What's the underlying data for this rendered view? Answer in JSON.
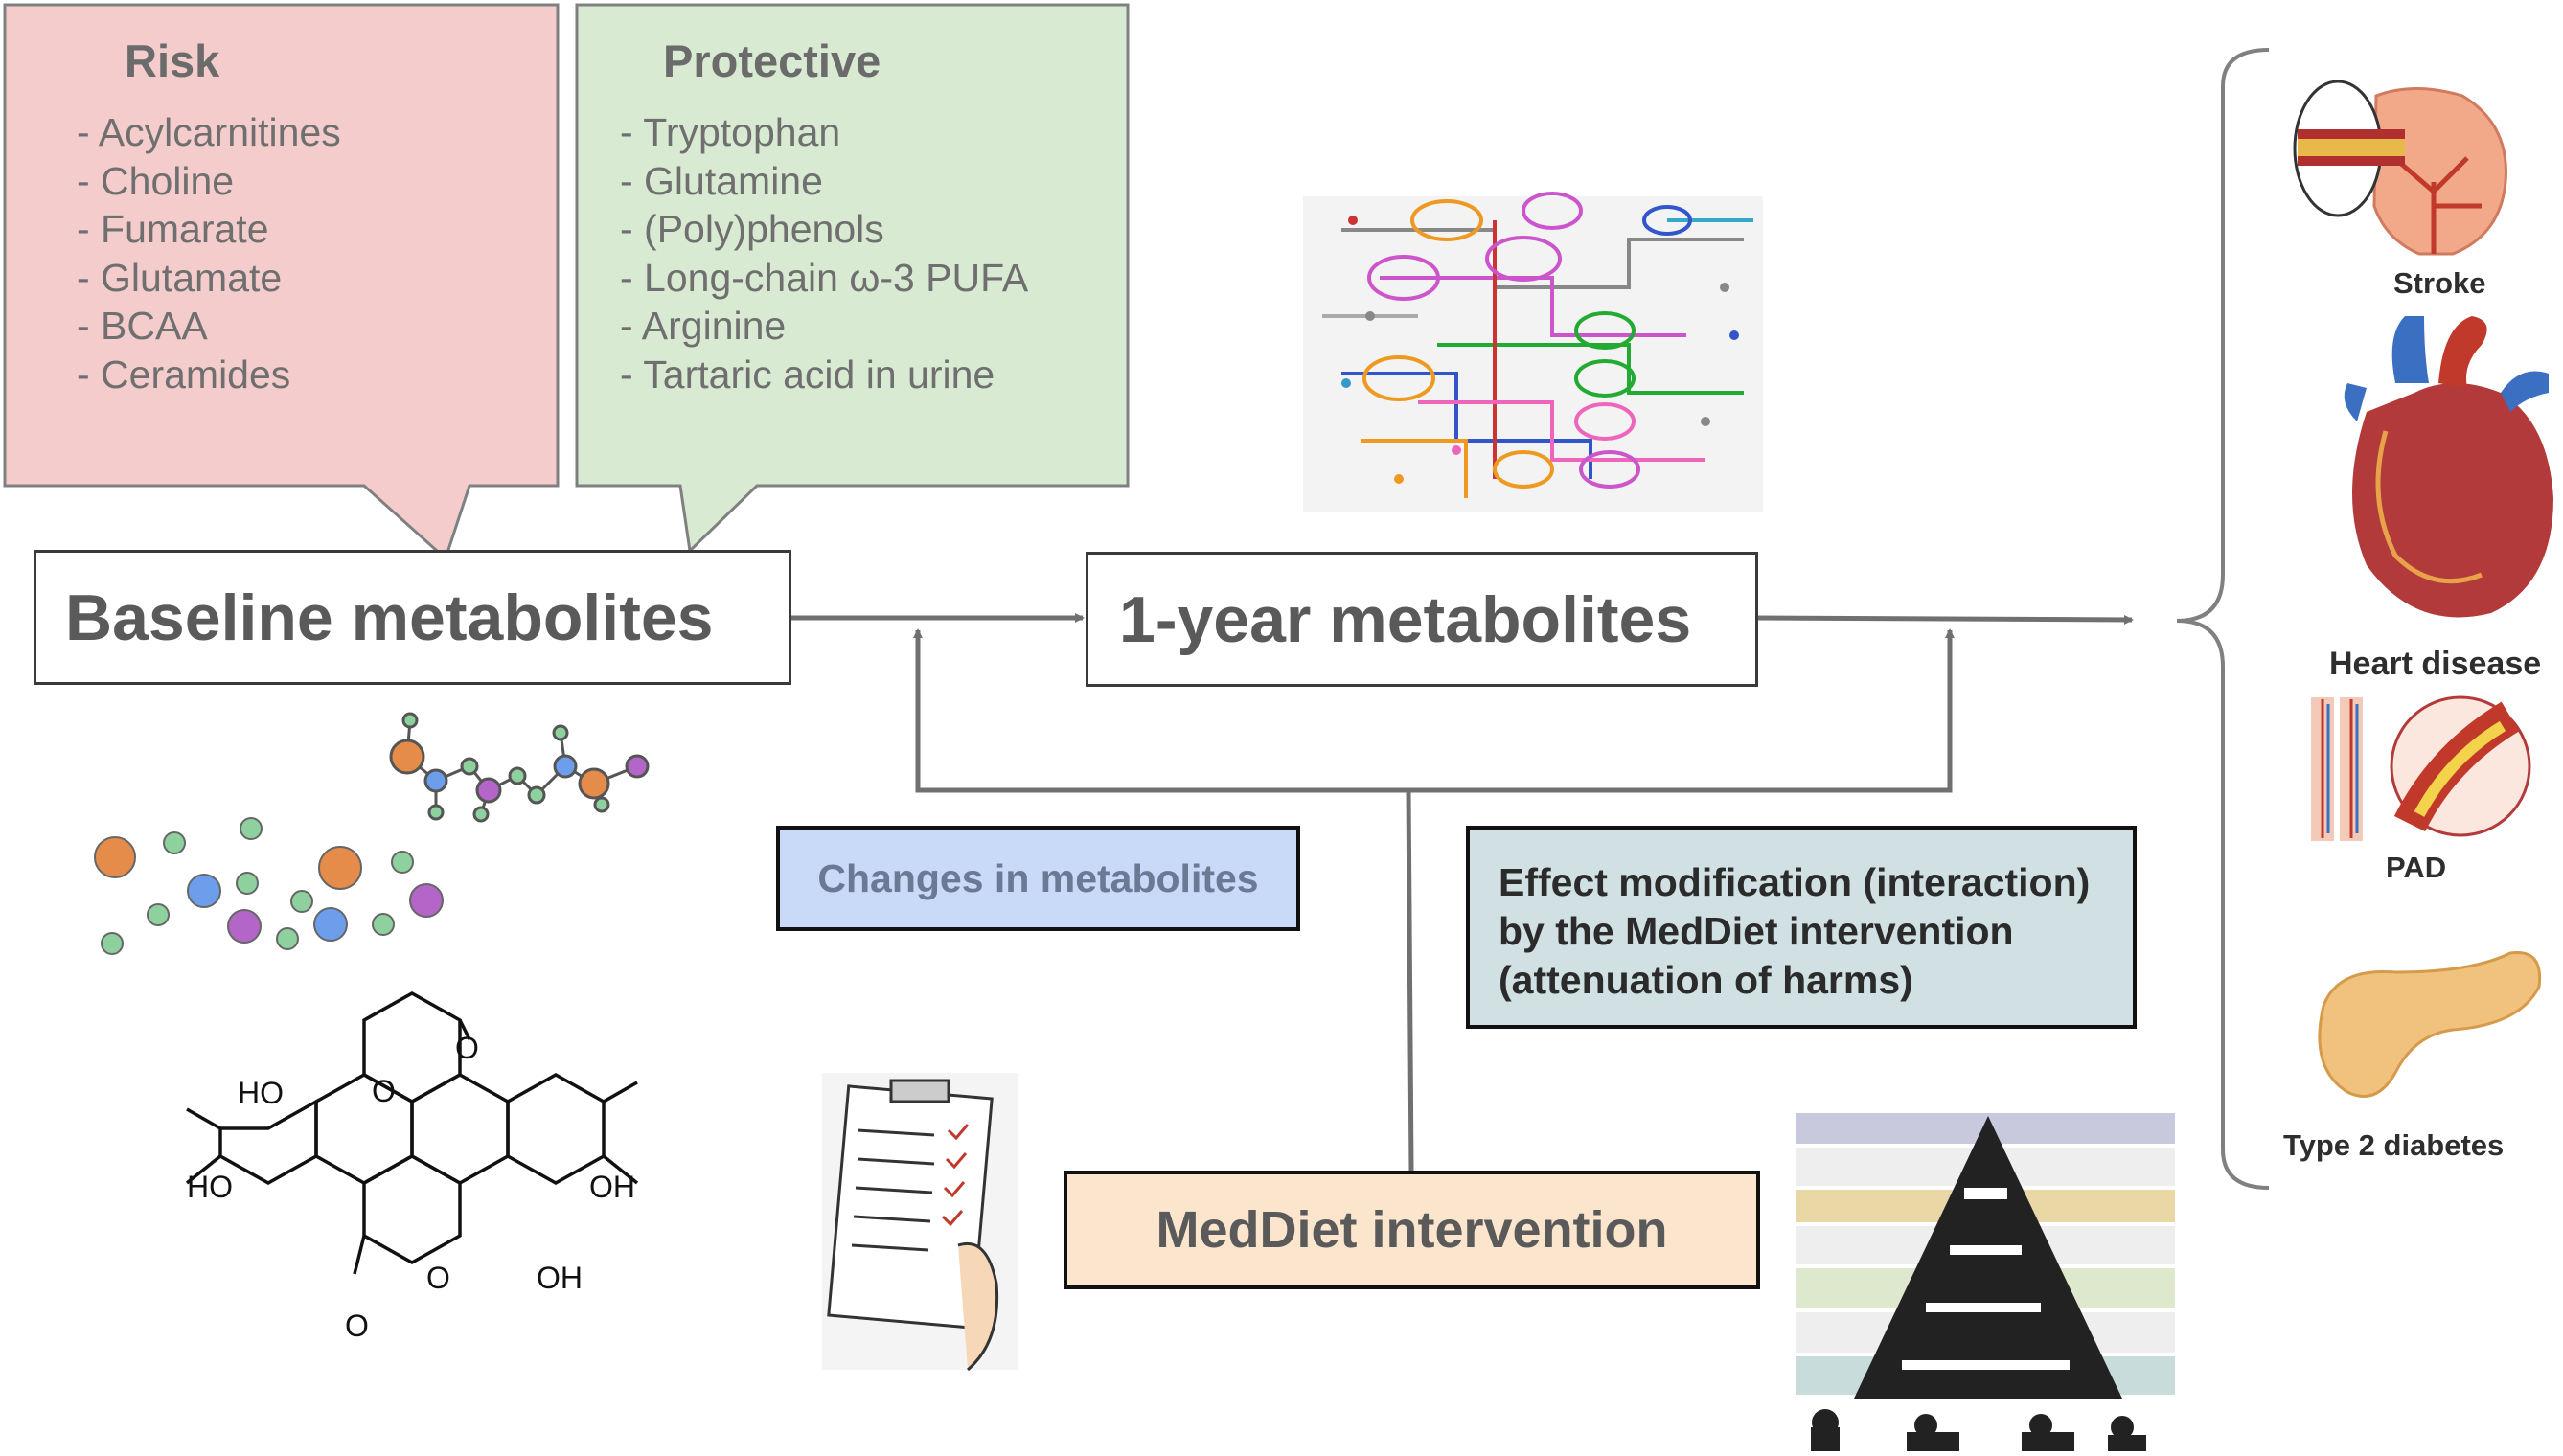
{
  "risk": {
    "title": "Risk",
    "items": [
      "- Acylcarnitines",
      "- Choline",
      "- Fumarate",
      "- Glutamate",
      "- BCAA",
      "- Ceramides"
    ]
  },
  "protective": {
    "title": "Protective",
    "items": [
      "- Tryptophan",
      "- Glutamine",
      "- (Poly)phenols",
      "- Long-chain ω-3 PUFA",
      "- Arginine",
      "- Tartaric acid in urine"
    ]
  },
  "baseline": {
    "label": "Baseline metabolites"
  },
  "one_year": {
    "label": "1-year metabolites"
  },
  "changes": {
    "label": "Changes in metabolites"
  },
  "effect": {
    "lines": [
      "Effect modification (interaction)",
      "by the MedDiet intervention",
      "(attenuation of harms)"
    ]
  },
  "meddiet": {
    "label": "MedDiet intervention"
  },
  "outcomes": {
    "stroke": "Stroke",
    "heart": "Heart disease",
    "pad": "PAD",
    "diabetes": "Type 2 diabetes"
  },
  "molecule": {
    "labels": [
      "HO",
      "HO",
      "OH",
      "OH",
      "O",
      "O",
      "O",
      "O"
    ]
  },
  "colors": {
    "risk_fill": "#f4cccc",
    "protective_fill": "#d9ead3",
    "changes_fill": "#c9daf8",
    "effect_fill": "#d0e0e3",
    "meddiet_fill": "#fce5cd"
  }
}
